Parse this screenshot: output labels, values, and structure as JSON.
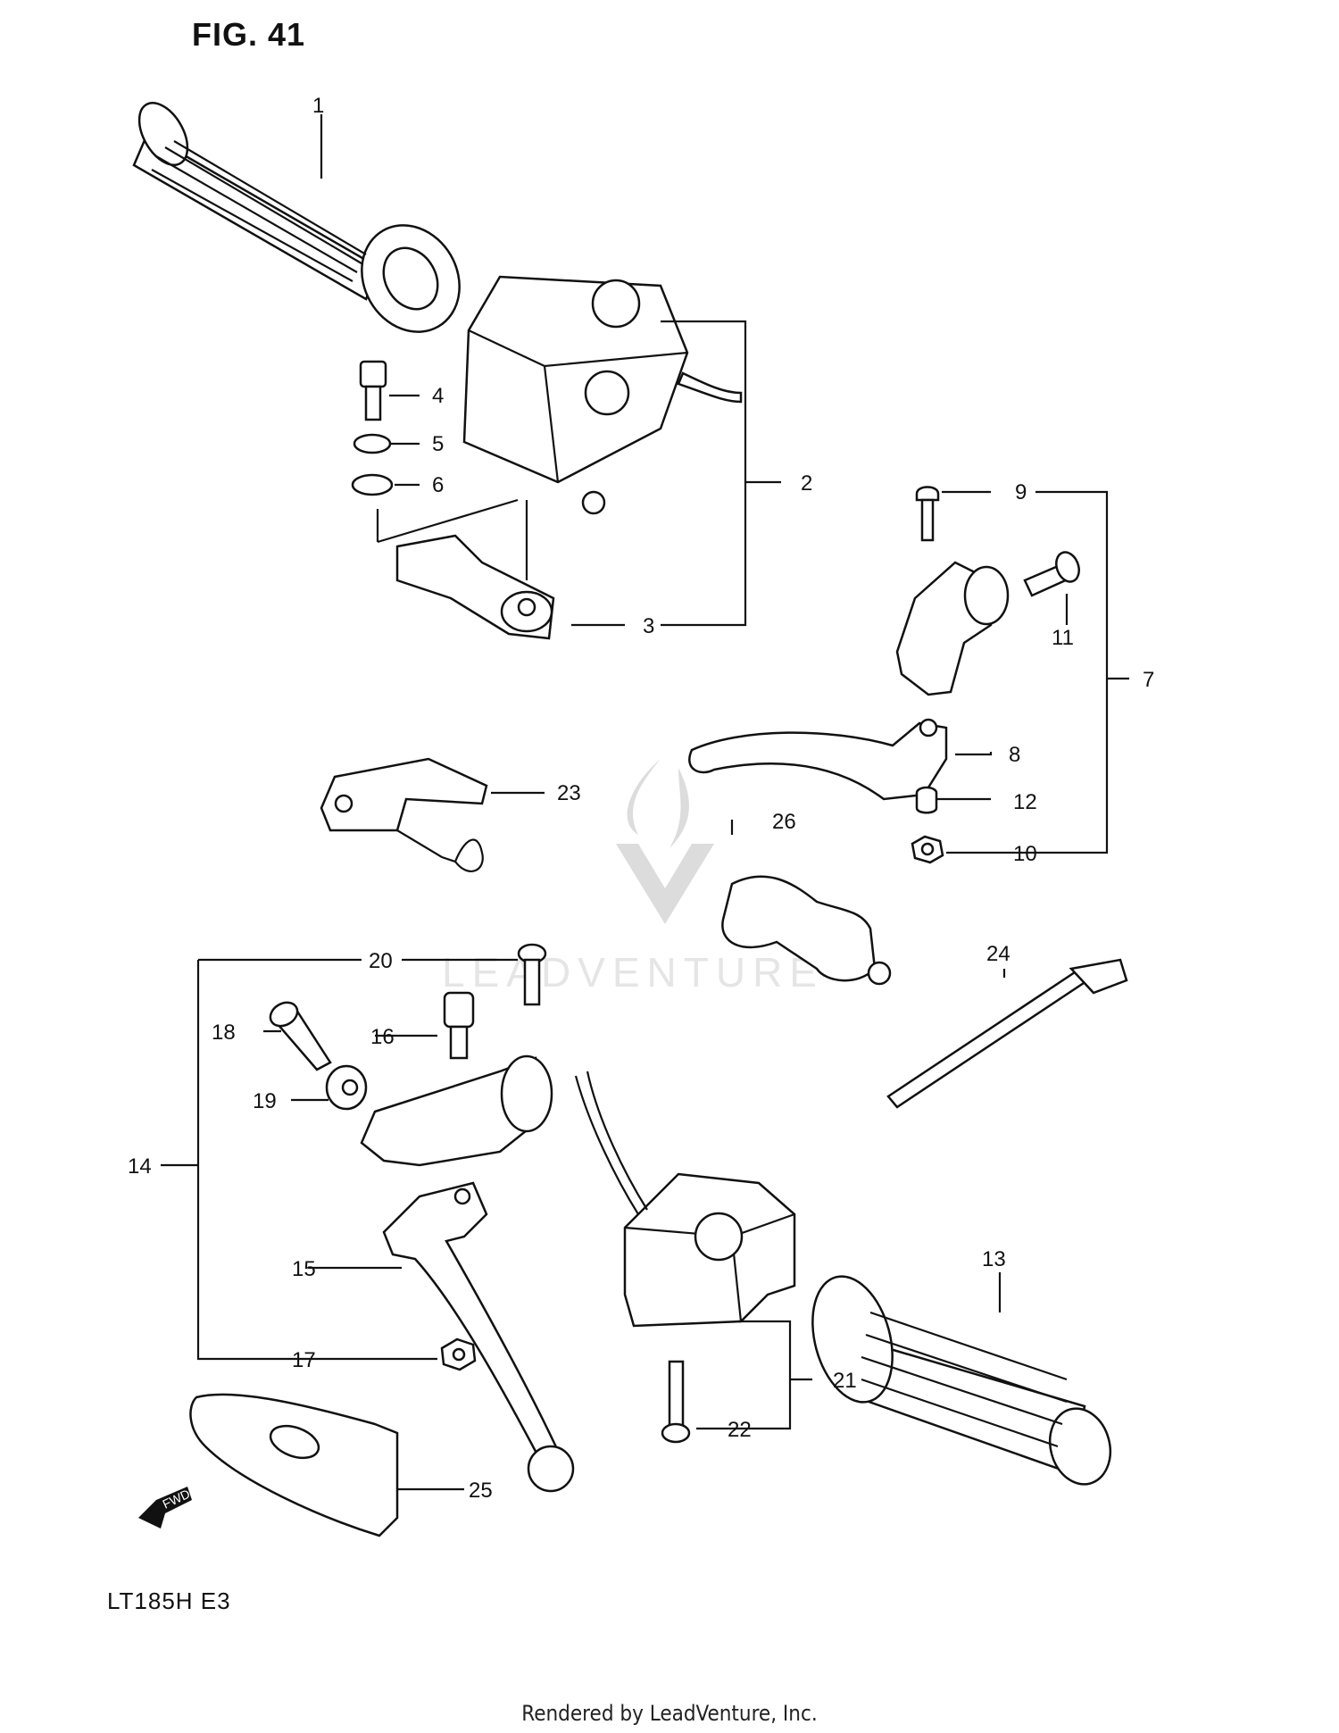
{
  "figure_title": "FIG. 41",
  "model_code": "LT185H  E3",
  "footer_credit": "Rendered by LeadVenture, Inc.",
  "watermark_text": "LEADVENTURE",
  "fwd_label": "FWD",
  "callouts": [
    "1",
    "2",
    "3",
    "4",
    "5",
    "6",
    "7",
    "8",
    "9",
    "10",
    "11",
    "12",
    "13",
    "14",
    "15",
    "16",
    "17",
    "18",
    "19",
    "20",
    "21",
    "22",
    "23",
    "24",
    "25",
    "26"
  ]
}
